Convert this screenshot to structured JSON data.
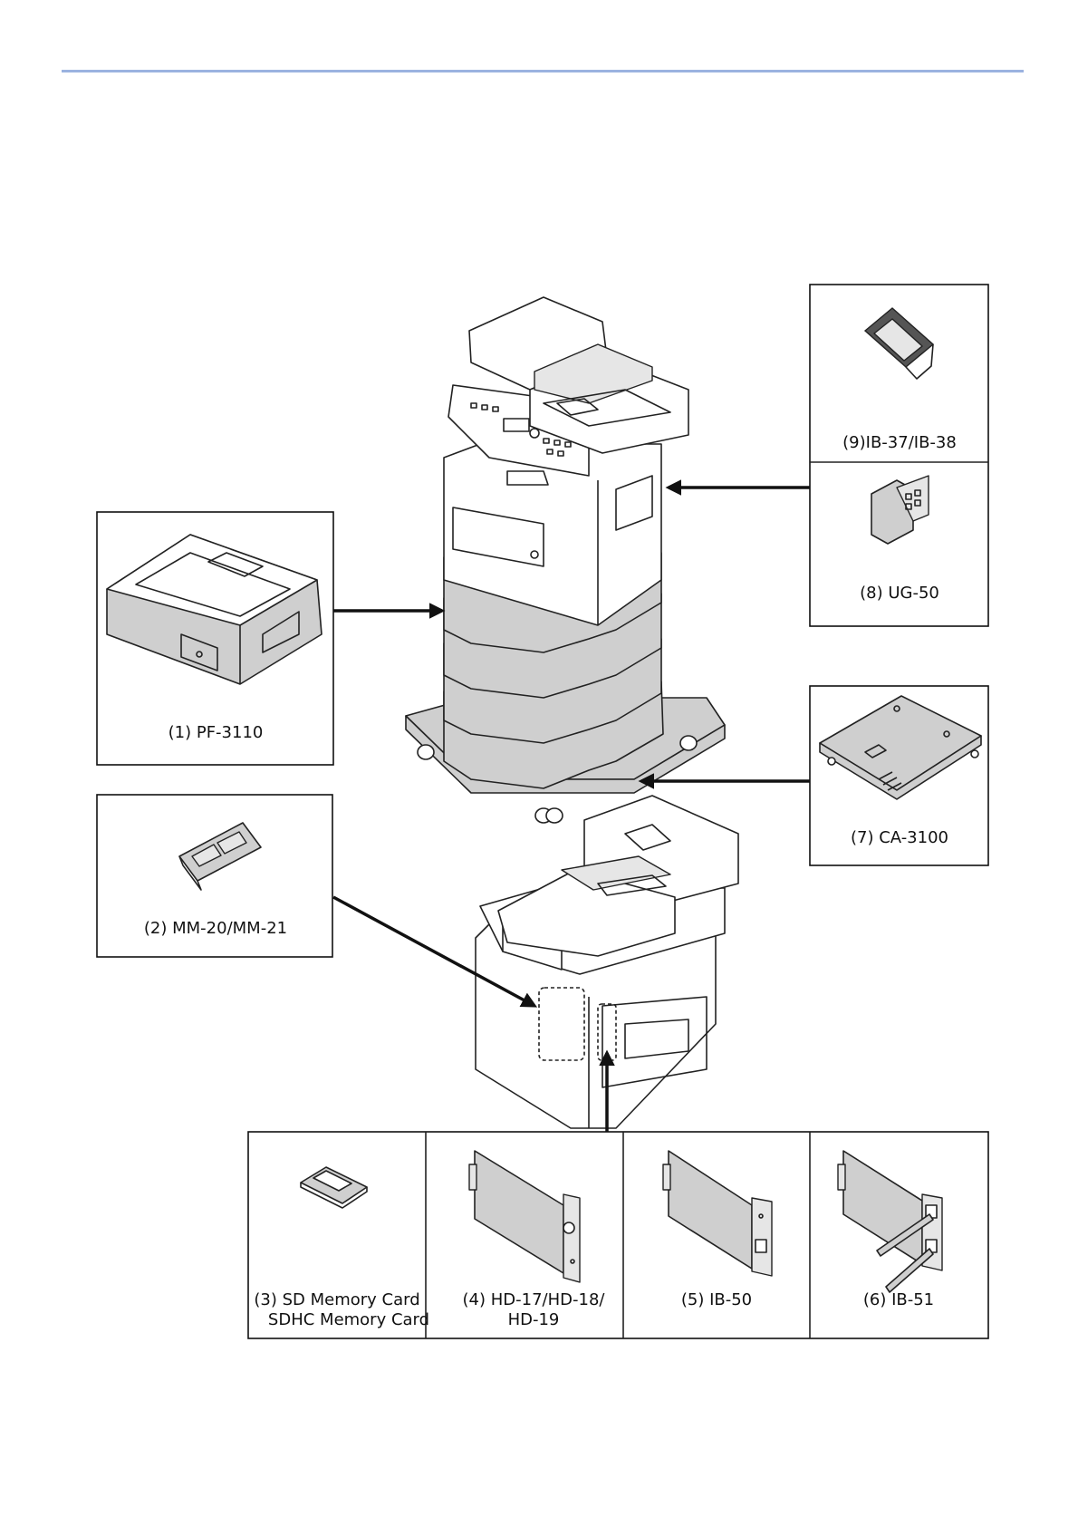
{
  "options": {
    "pf": "(1) PF-3110",
    "mm": "(2) MM-20/MM-21",
    "sd_line1": "(3) SD Memory Card",
    "sd_line2": "SDHC Memory Card",
    "hd_line1": "(4) HD-17/HD-18/",
    "hd_line2": "HD-19",
    "ib50": "(5) IB-50",
    "ib51": "(6) IB-51",
    "ca": "(7) CA-3100",
    "ug": "(8) UG-50",
    "ib37": "(9)IB-37/IB-38"
  },
  "colors": {
    "rule": "#9bb3e0",
    "feeder_fill": "#cfcfcf"
  }
}
